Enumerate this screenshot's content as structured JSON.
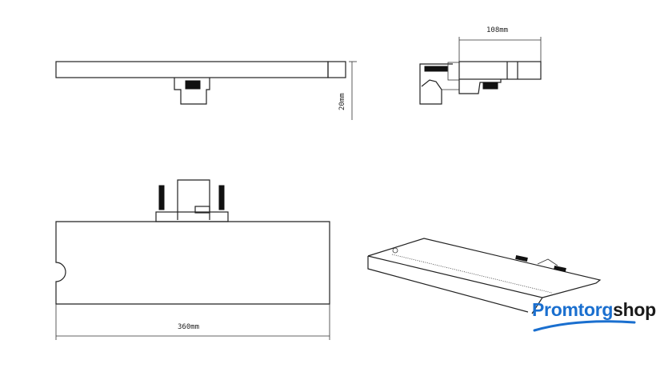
{
  "dimensions": {
    "width_side": "108mm",
    "height_front": "20mm",
    "length_front": "360mm"
  },
  "logo": {
    "part1": "Promtorg",
    "part2": "shop",
    "colors": {
      "primary": "#1a6fcf",
      "secondary": "#1a1a1a"
    }
  }
}
